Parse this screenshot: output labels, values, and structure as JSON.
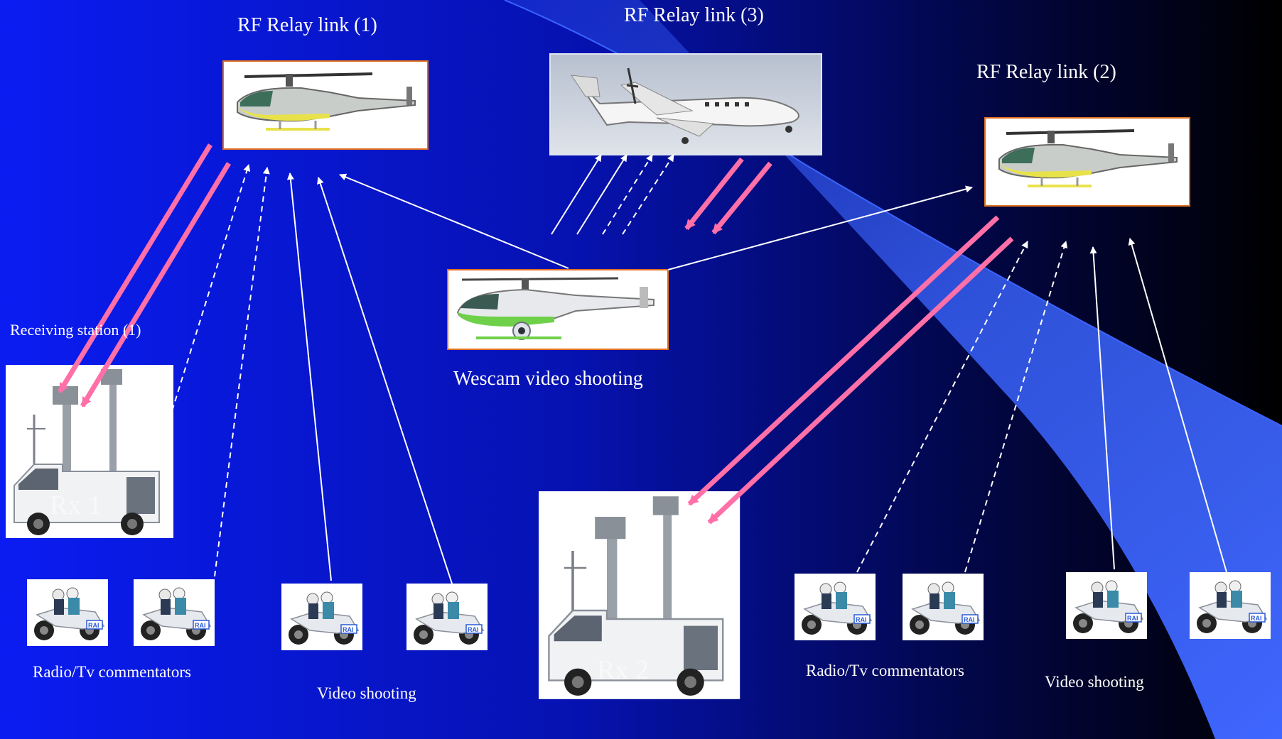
{
  "labels": {
    "relay1": "RF Relay link (1)",
    "relay2": "RF Relay  link (2)",
    "relay3": "RF Relay link (3)",
    "receiving1": "Receiving station (1)",
    "wescam": "Wescam video shooting",
    "radio_left": "Radio/Tv  commentators",
    "video_left": "Video shooting",
    "radio_right": "Radio/Tv  commentators",
    "video_right": "Video shooting",
    "rx1": "Rx 1",
    "rx2": "Rx 2"
  },
  "colors": {
    "bg_left": "#0a1cf2",
    "bg_right": "#000000",
    "beam": "#3a64ff",
    "downlink_arrow": "#ff6fa8",
    "uplink_arrow": "#ffffff",
    "label_text": "#ffffff"
  },
  "icons": {
    "relay_helicopter": "helicopter-icon",
    "relay_airplane": "airplane-icon",
    "wescam_helicopter": "camera-helicopter-icon",
    "ob_van": "ob-van-icon",
    "motorbike": "motorbike-icon"
  }
}
